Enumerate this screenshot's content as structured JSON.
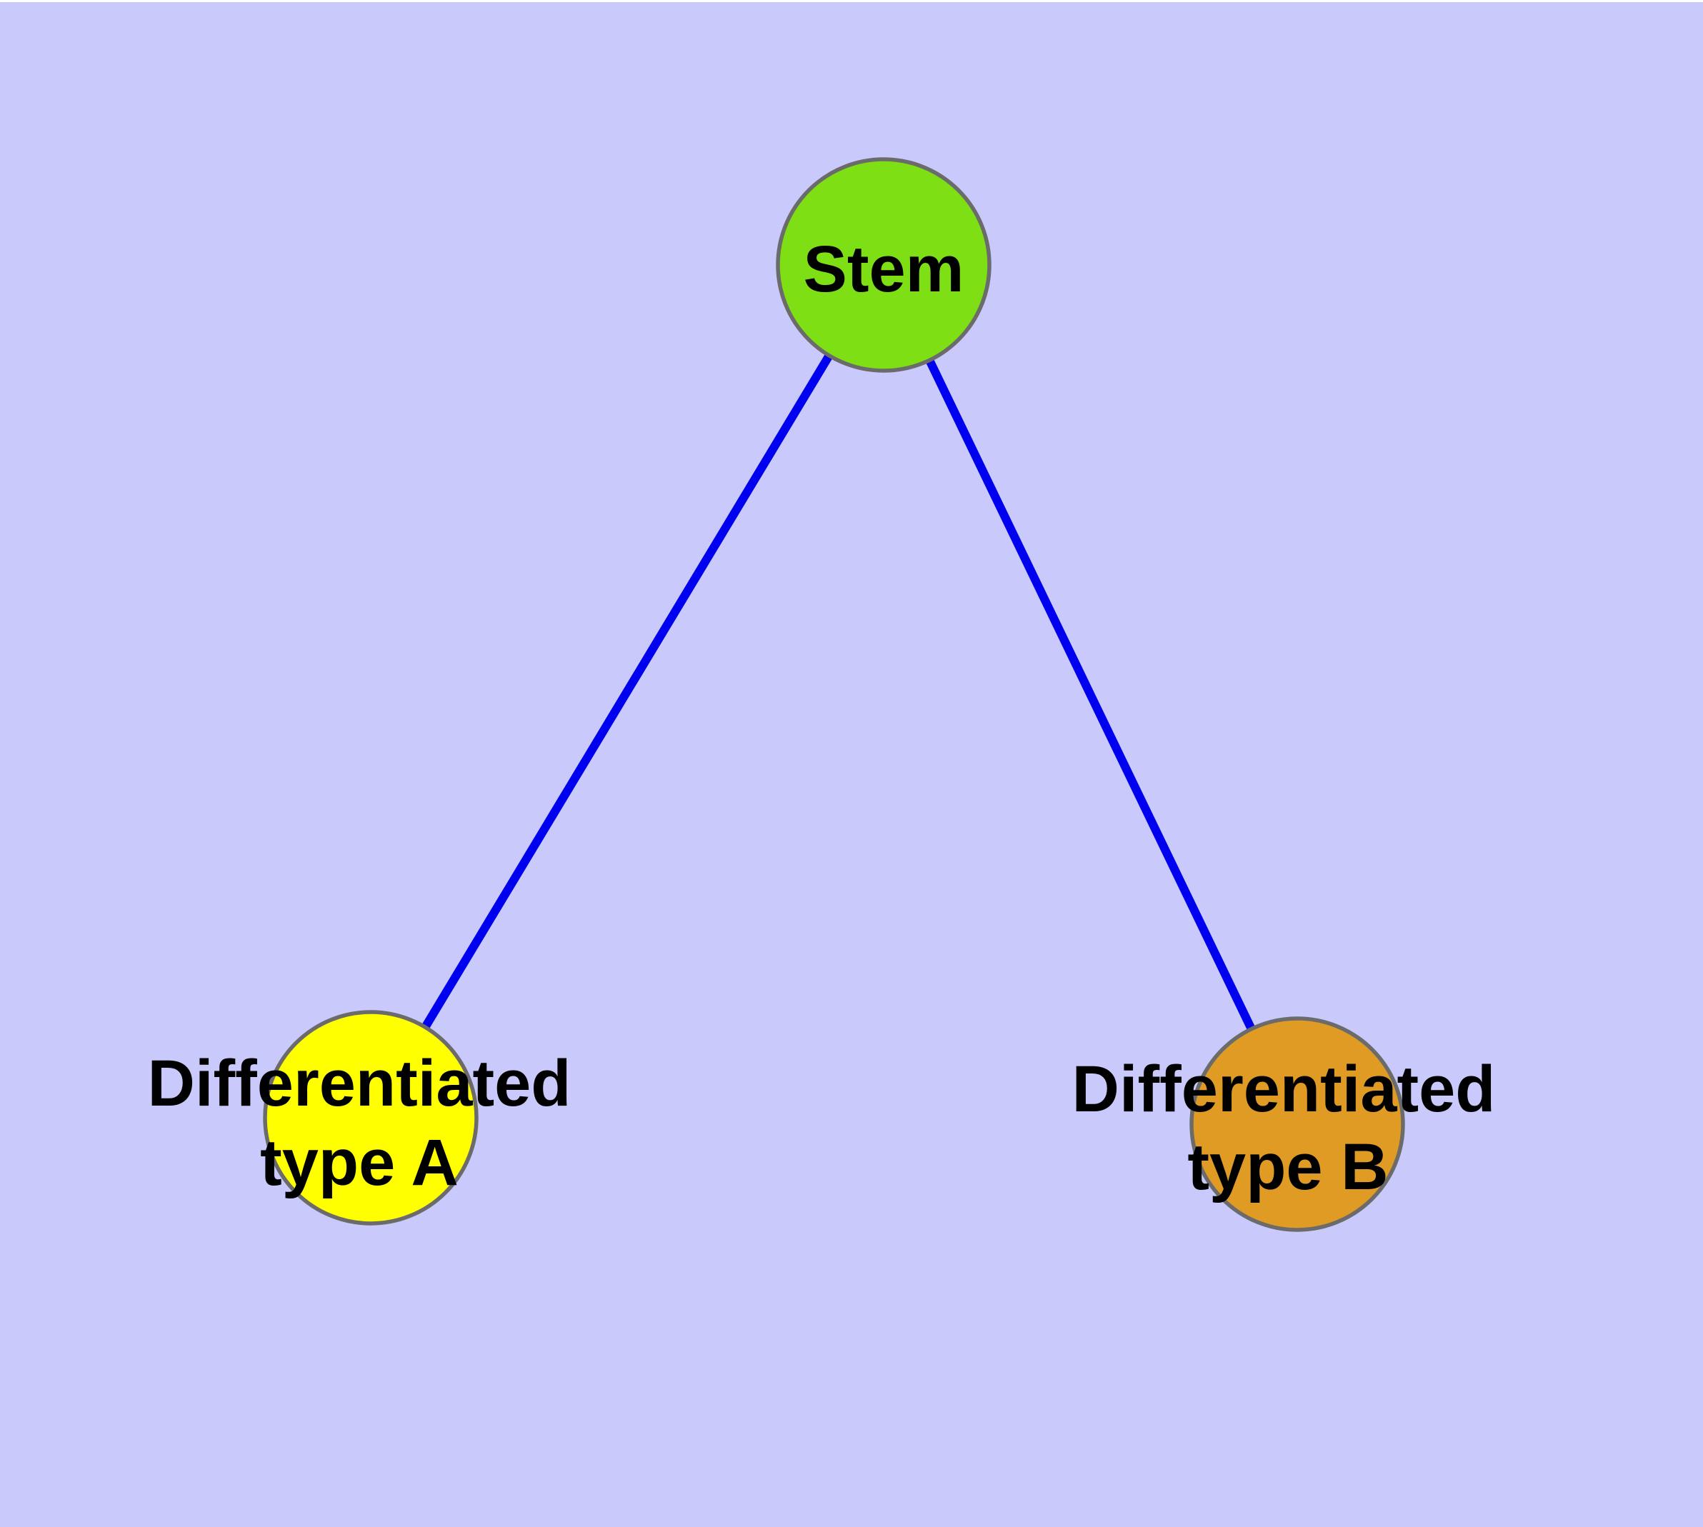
{
  "diagram": {
    "background_color": "#c9cafb",
    "edge_color": "#0000f0",
    "node_border_color": "#6b6b6b",
    "label_color": "#000000",
    "nodes": [
      {
        "id": "stem",
        "label": "Stem",
        "fill": "#7edf14"
      },
      {
        "id": "differentiated-type-a",
        "label_line1": "Differentiated",
        "label_line2": "type A",
        "fill": "#ffff00"
      },
      {
        "id": "differentiated-type-b",
        "label_line1": "Differentiated",
        "label_line2": "type B",
        "fill": "#e09b25"
      }
    ],
    "edges": [
      {
        "from": "Stem",
        "to": "Differentiated type A"
      },
      {
        "from": "Stem",
        "to": "Differentiated type B"
      }
    ]
  }
}
